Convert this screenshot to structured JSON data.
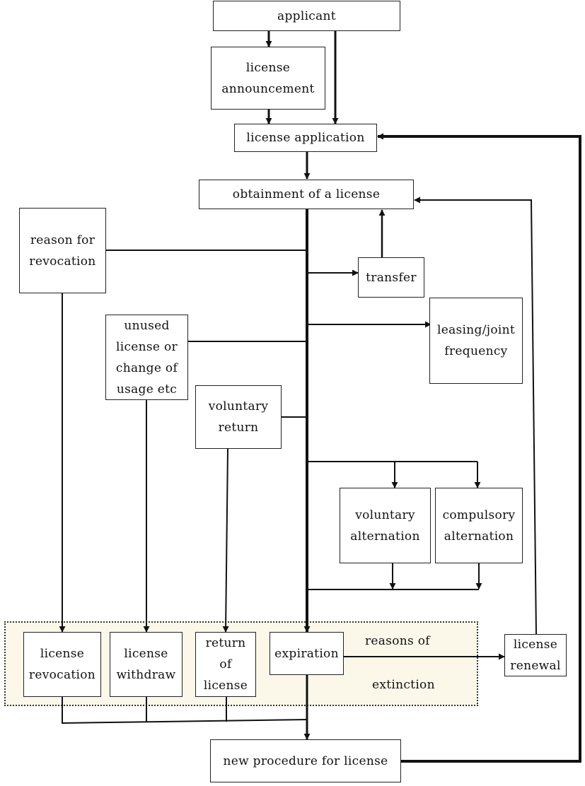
{
  "nodes": {
    "applicant": "applicant",
    "license_announcement": "license\nannouncement",
    "license_application": "license application",
    "obtainment": "obtainment of a license",
    "reason_for_revocation": "reason for\nrevocation",
    "transfer": "transfer",
    "leasing_joint_frequency": "leasing/joint\nfrequency",
    "unused_license": "unused\nlicense or\nchange of\nusage etc",
    "voluntary_return": "voluntary\nreturn",
    "voluntary_alternation": "voluntary\nalternation",
    "compulsory_alternation": "compulsory\nalternation",
    "license_revocation": "license\nrevocation",
    "license_withdraw": "license\nwithdraw",
    "return_of_license": "return\nof\nlicense",
    "expiration": "expiration",
    "license_renewal": "license\nrenewal",
    "new_procedure": "new procedure for license"
  },
  "zone": {
    "label_top": "reasons of",
    "label_bottom": "extinction"
  },
  "colors": {
    "line": "#111111",
    "zone_fill": "#fbf8ea"
  }
}
